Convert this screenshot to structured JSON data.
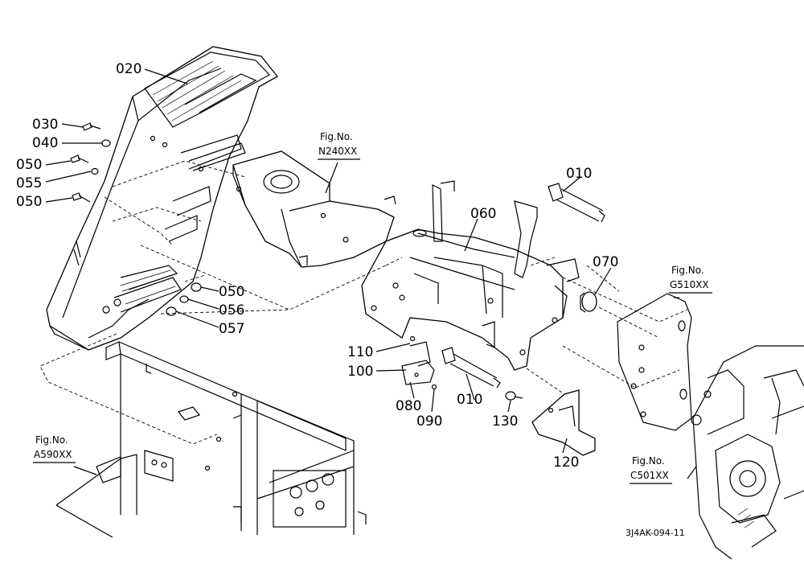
{
  "diagram_code": "3J4AK-094-11",
  "part_labels": {
    "p020": "020",
    "p030": "030",
    "p040": "040",
    "p050a": "050",
    "p055": "055",
    "p050b": "050",
    "p050c": "050",
    "p056": "056",
    "p057": "057",
    "p010a": "010",
    "p060": "060",
    "p070": "070",
    "p110": "110",
    "p100": "100",
    "p080": "080",
    "p090": "090",
    "p010b": "010",
    "p130": "130",
    "p120": "120"
  },
  "fig_refs": {
    "n240": {
      "prefix": "Fig.No.",
      "code": "N240XX"
    },
    "g510": {
      "prefix": "Fig.No.",
      "code": "G510XX"
    },
    "a590": {
      "prefix": "Fig.No.",
      "code": "A590XX"
    },
    "c501": {
      "prefix": "Fig.No.",
      "code": "C501XX"
    }
  }
}
